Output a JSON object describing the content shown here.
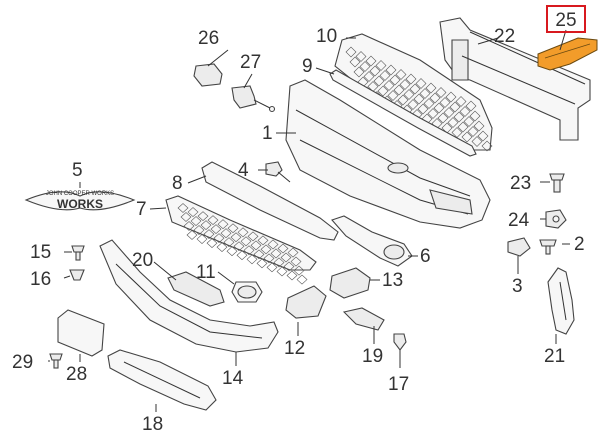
{
  "diagram": {
    "highlighted_part": "25",
    "highlight_color": "#d8191f",
    "highlighted_part_fill": "#f29c2a",
    "badge_text": "JOHN COOPER WORKS",
    "badge_sub": "WORKS",
    "labels": {
      "p1": "1",
      "p2": "2",
      "p3": "3",
      "p4": "4",
      "p5": "5",
      "p6": "6",
      "p7": "7",
      "p8": "8",
      "p9": "9",
      "p10": "10",
      "p11": "11",
      "p12": "12",
      "p13": "13",
      "p14": "14",
      "p15": "15",
      "p16": "16",
      "p17": "17",
      "p18": "18",
      "p19": "19",
      "p20": "20",
      "p21": "21",
      "p22": "22",
      "p23": "23",
      "p24": "24",
      "p25": "25",
      "p26": "26",
      "p27": "27",
      "p28": "28",
      "p29": "29"
    }
  }
}
